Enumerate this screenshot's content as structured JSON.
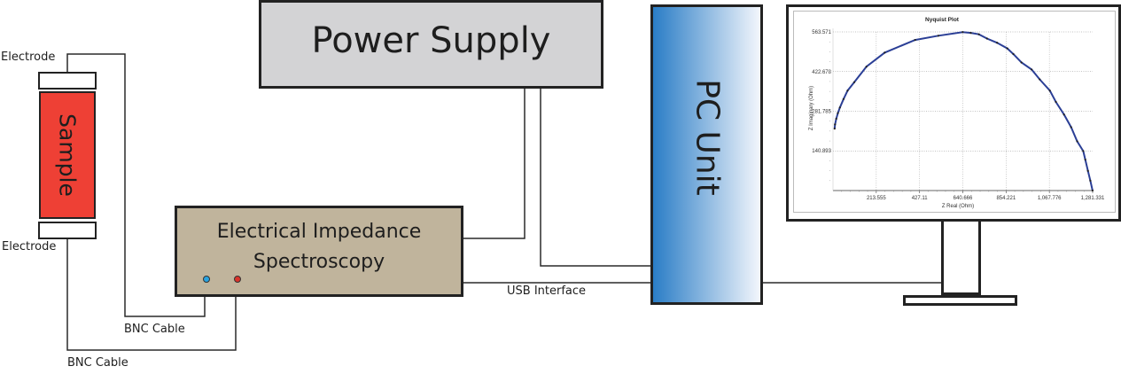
{
  "diagram": {
    "sample": {
      "label": "Sample",
      "color": "#ee4035"
    },
    "electrode_top": {
      "label": "Electrode"
    },
    "electrode_bottom": {
      "label": "Electrode"
    },
    "eis": {
      "line1": "Electrical Impedance",
      "line2": "Spectroscopy",
      "color": "#c0b49c",
      "port_colors": [
        "#29a3e0",
        "#d9342b"
      ]
    },
    "power_supply": {
      "label": "Power Supply",
      "color": "#d3d3d5"
    },
    "pc_unit": {
      "label": "PC Unit",
      "gradient_from": "#2a7dc6",
      "gradient_to": "#f3f6fc"
    },
    "cables": {
      "bnc_1": "BNC Cable",
      "bnc_2": "BNC Cable",
      "usb": "USB Interface"
    }
  },
  "chart_data": {
    "type": "line",
    "title": "Nyquist Plot",
    "xlabel": "Z Real (Ohm)",
    "ylabel": "Z Imaginary (Ohm)",
    "xlim": [
      0,
      1281.331
    ],
    "ylim": [
      0,
      563.571
    ],
    "xticks": [
      "213.555",
      "427.11",
      "640.666",
      "854.221",
      "1,067.776",
      "1,281.331"
    ],
    "xtick_values": [
      213.555,
      427.11,
      640.666,
      854.221,
      1067.776,
      1281.331
    ],
    "yticks": [
      "140.893",
      "281.785",
      "422.678",
      "563.571"
    ],
    "ytick_values": [
      140.893,
      281.785,
      422.678,
      563.571
    ],
    "grid": true,
    "line_color": "#2b3f96",
    "series": [
      {
        "name": "Nyquist",
        "x": [
          8,
          10,
          16,
          24,
          34,
          52,
          72,
          105,
          165,
          255,
          405,
          520,
          640,
          680,
          720,
          760,
          810,
          860,
          890,
          930,
          980,
          1020,
          1070,
          1100,
          1140,
          1175,
          1205,
          1235,
          1245,
          1258,
          1270,
          1281
        ],
        "y": [
          220,
          235,
          255,
          275,
          295,
          325,
          355,
          385,
          440,
          490,
          535,
          550,
          563,
          560,
          555,
          540,
          525,
          505,
          485,
          455,
          430,
          395,
          355,
          315,
          270,
          225,
          175,
          140,
          110,
          70,
          35,
          0
        ]
      }
    ]
  }
}
